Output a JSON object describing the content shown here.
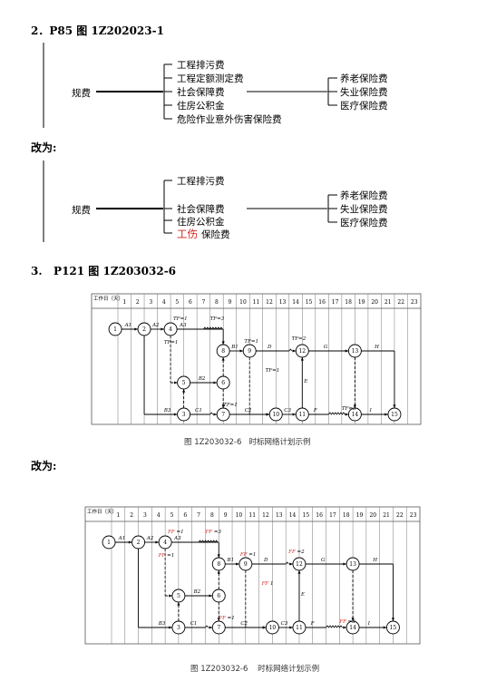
{
  "section1": {
    "heading": "2．P85 图 1Z202023-1",
    "root": "规费",
    "items": [
      "工程排污费",
      "工程定额测定费",
      "社会保障费",
      "住房公积金",
      "危险作业意外伤害保险费"
    ],
    "sub_items": [
      "养老保险费",
      "失业保险费",
      "医疗保险费"
    ]
  },
  "change_label_1": "改为:",
  "section1_revised": {
    "root": "规费",
    "items": [
      "工程排污费",
      "社会保障费",
      "住房公积金"
    ],
    "item_red": "工伤",
    "item_rest": "保险费",
    "sub_items": [
      "养老保险费",
      "失业保险费",
      "医疗保险费"
    ]
  },
  "section2": {
    "heading": "3.   P121 图 1Z203032-6",
    "caption": "图 1Z203032-6   时标网络计划示例"
  },
  "change_label_2": "改为:",
  "section2_revised": {
    "caption": "图 1Z203032-6    时标网络计划示例"
  },
  "network": {
    "header_label": "工作日（天）",
    "days": [
      "1",
      "2",
      "3",
      "4",
      "5",
      "6",
      "7",
      "8",
      "9",
      "10",
      "11",
      "12",
      "13",
      "14",
      "15",
      "16",
      "17",
      "18",
      "19",
      "20",
      "21",
      "22",
      "23"
    ],
    "nodes": [
      {
        "id": "1",
        "day": 0,
        "row": 0
      },
      {
        "id": "2",
        "day": 2,
        "row": 0
      },
      {
        "id": "4",
        "day": 4,
        "row": 0
      },
      {
        "id": "8",
        "day": 8,
        "row": 1
      },
      {
        "id": "9",
        "day": 10,
        "row": 1
      },
      {
        "id": "12",
        "day": 14,
        "row": 1
      },
      {
        "id": "13",
        "day": 18,
        "row": 1
      },
      {
        "id": "5",
        "day": 5,
        "row": 2
      },
      {
        "id": "6",
        "day": 8,
        "row": 2
      },
      {
        "id": "3",
        "day": 5,
        "row": 3
      },
      {
        "id": "7",
        "day": 8,
        "row": 3
      },
      {
        "id": "10",
        "day": 12,
        "row": 3
      },
      {
        "id": "11",
        "day": 14,
        "row": 3
      },
      {
        "id": "14",
        "day": 18,
        "row": 3
      },
      {
        "id": "15",
        "day": 21,
        "row": 3
      }
    ],
    "solid_edges": [
      {
        "from": "1",
        "to": "2",
        "label": "A1"
      },
      {
        "from": "2",
        "to": "4",
        "label": "A2"
      },
      {
        "from": "4",
        "to": "8",
        "label": "A3",
        "slack_from": 7
      },
      {
        "from": "8",
        "to": "9",
        "label": "B1"
      },
      {
        "from": "9",
        "to": "12",
        "label": "D",
        "slack_from": 13
      },
      {
        "from": "12",
        "to": "13",
        "label": "G"
      },
      {
        "from": "13",
        "to": "15",
        "label": "H",
        "corner": "down"
      },
      {
        "from": "2",
        "to": "3",
        "label": "B3",
        "corner": "down-first"
      },
      {
        "from": "3",
        "to": "7",
        "label": "C1",
        "slack_from": 7
      },
      {
        "from": "7",
        "to": "10",
        "label": "C2"
      },
      {
        "from": "10",
        "to": "11",
        "label": "C3"
      },
      {
        "from": "11",
        "to": "14",
        "label": "F",
        "slack_from": 16
      },
      {
        "from": "14",
        "to": "15",
        "label": "I"
      },
      {
        "from": "5",
        "to": "6",
        "label": "B2"
      },
      {
        "from": "11",
        "to": "12",
        "label": "E"
      }
    ],
    "dashed_edges": [
      {
        "from": "4",
        "to": "5"
      },
      {
        "from": "3",
        "to": "5"
      },
      {
        "from": "6",
        "to": "8"
      },
      {
        "from": "6",
        "to": "7"
      },
      {
        "from": "9",
        "to": "10"
      },
      {
        "from": "13",
        "to": "14"
      }
    ],
    "float_labels_original": [
      "TF=1",
      "TF=3",
      "TF=1",
      "TF=1",
      "TF=2",
      "TF=1",
      "TF=1",
      "TF=3"
    ],
    "float_labels_revised": [
      "FF =1",
      "FF =3",
      "FF =1",
      "FF =1",
      "FF =2",
      "FF 1",
      "FF =1",
      "FF =3"
    ]
  }
}
